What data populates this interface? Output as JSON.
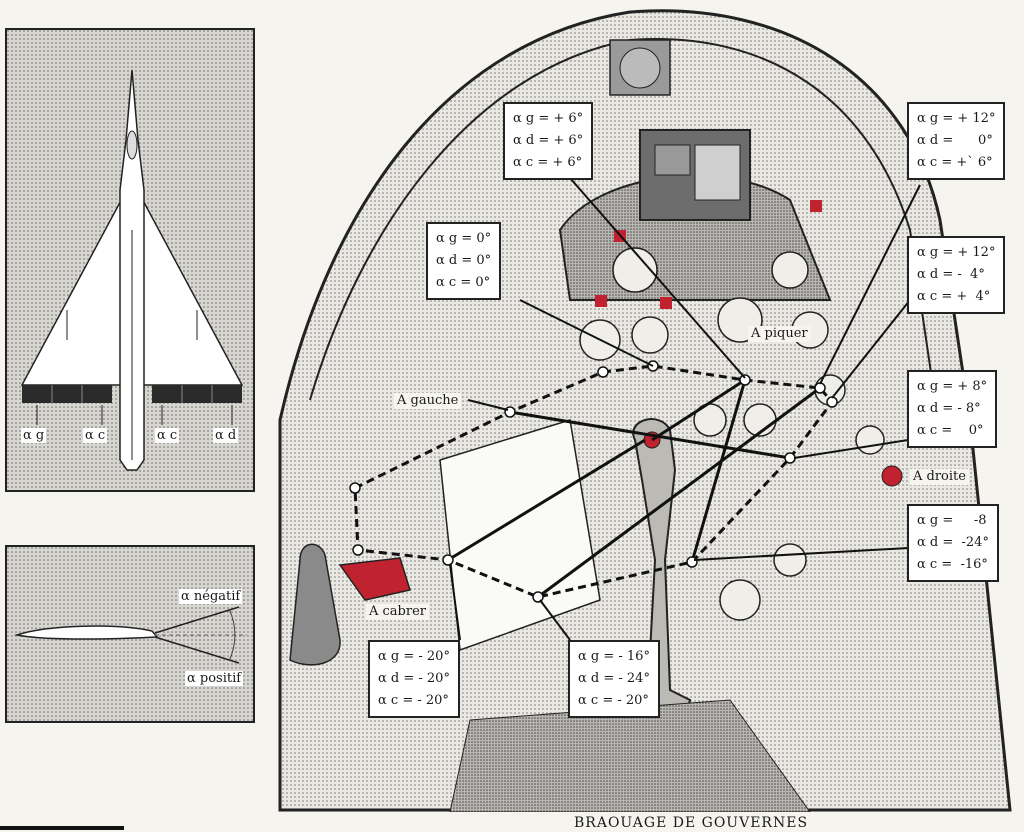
{
  "top_view": {
    "labels": [
      "α g",
      "α c",
      "α c",
      "α d"
    ]
  },
  "side_view": {
    "negative_label": "α négatif",
    "positive_label": "α positif"
  },
  "directions": {
    "piquer": "A piquer",
    "gauche": "A gauche",
    "droite": "A droite",
    "cabrer": "A cabrer"
  },
  "boxes": {
    "b1": [
      "α g = + 6°",
      "α d = + 6°",
      "α c = + 6°"
    ],
    "b2": [
      "α g = + 12°",
      "α d =      0°",
      "α c = +` 6°"
    ],
    "b3": [
      "α g = 0°",
      "α d = 0°",
      "α c = 0°"
    ],
    "b4": [
      "α g = + 12°",
      "α d = -  4°",
      "α c = +  4°"
    ],
    "b5": [
      "α g = + 8°",
      "α d = - 8°",
      "α c =    0°"
    ],
    "b6": [
      "α g =     -8",
      "α d =  -24°",
      "α c =  -16°"
    ],
    "b7": [
      "α g = - 20°",
      "α d = - 20°",
      "α c = - 20°"
    ],
    "b8": [
      "α g = - 16°",
      "α d = - 24°",
      "α c = - 20°"
    ]
  },
  "caption": "BRAOUAGE DE GOUVERNES",
  "colors": {
    "accent_red": "#c0232f",
    "stipple": "#c9c7c2"
  }
}
